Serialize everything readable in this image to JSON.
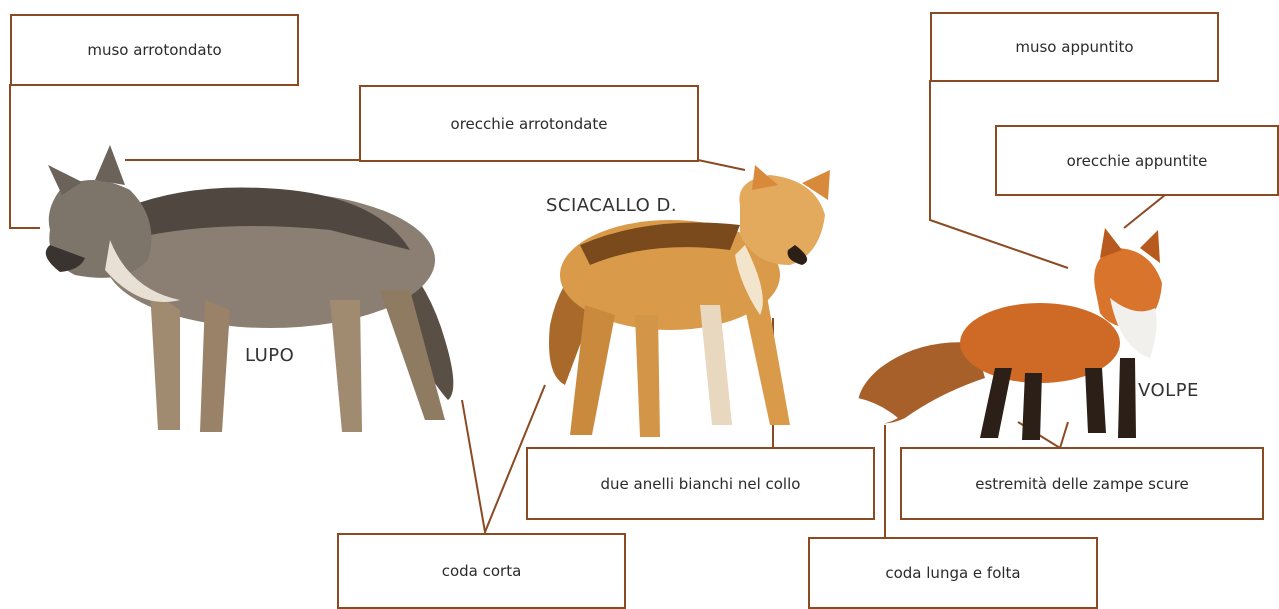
{
  "colors": {
    "connector": "#8a4a22",
    "wolf_fur": "#8a7f72",
    "jackal_fur": "#d99a4a",
    "fox_fur": "#cf6a26"
  },
  "callouts": {
    "muso_arrotondato": "muso arrotondato",
    "orecchie_arrotondate": "orecchie arrotondate",
    "muso_appuntito": "muso appuntito",
    "orecchie_appuntite": "orecchie appuntite",
    "due_anelli": "due anelli bianchi nel collo",
    "estremita_zampe": "estremità delle zampe scure",
    "coda_corta": "coda corta",
    "coda_lunga": "coda lunga e folta"
  },
  "animals": {
    "wolf": {
      "label": "LUPO",
      "image": "wolf-photo"
    },
    "jackal": {
      "label": "SCIACALLO D.",
      "image": "golden-jackal-photo"
    },
    "fox": {
      "label": "VOLPE",
      "image": "red-fox-photo"
    }
  }
}
